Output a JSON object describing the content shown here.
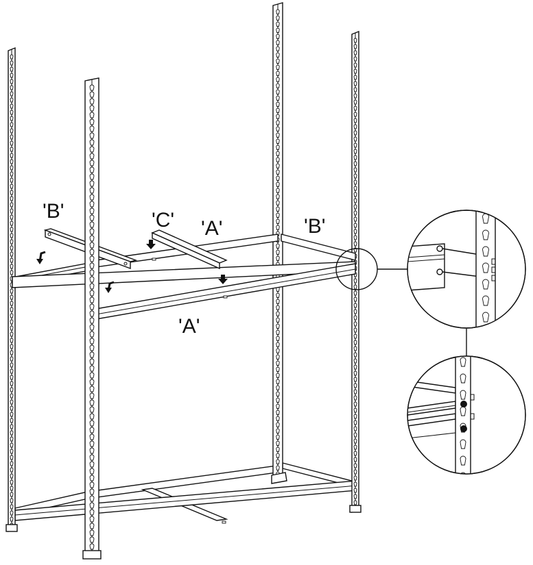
{
  "labels": {
    "b_left": "'B'",
    "c_label": "'C'",
    "a_top": "'A'",
    "b_right": "'B'",
    "a_front": "'A'"
  },
  "colors": {
    "line": "#111111",
    "background": "#ffffff"
  },
  "icons": [
    "down-arrow-icon",
    "curved-arrow-icon",
    "rivet-icon"
  ]
}
